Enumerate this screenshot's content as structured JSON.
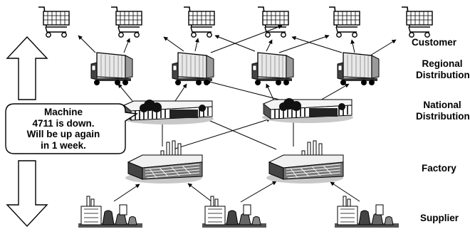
{
  "levels": {
    "customer": "Customer",
    "regional_line1": "Regional",
    "regional_line2": "Distribution",
    "national_line1": "National",
    "national_line2": "Distribution",
    "factory": "Factory",
    "supplier": "Supplier"
  },
  "callout": {
    "line1": "Machine",
    "line2": "4711 is down.",
    "line3": "Will be up again",
    "line4": "in 1 week."
  },
  "icons": {
    "customer": "shopping-cart-icon",
    "regional": "truck-icon",
    "national": "warehouse-icon",
    "factory": "factory-icon",
    "supplier": "power-plant-icon"
  },
  "colors": {
    "ink": "#000000",
    "paper": "#ffffff",
    "shade": "#808080"
  }
}
